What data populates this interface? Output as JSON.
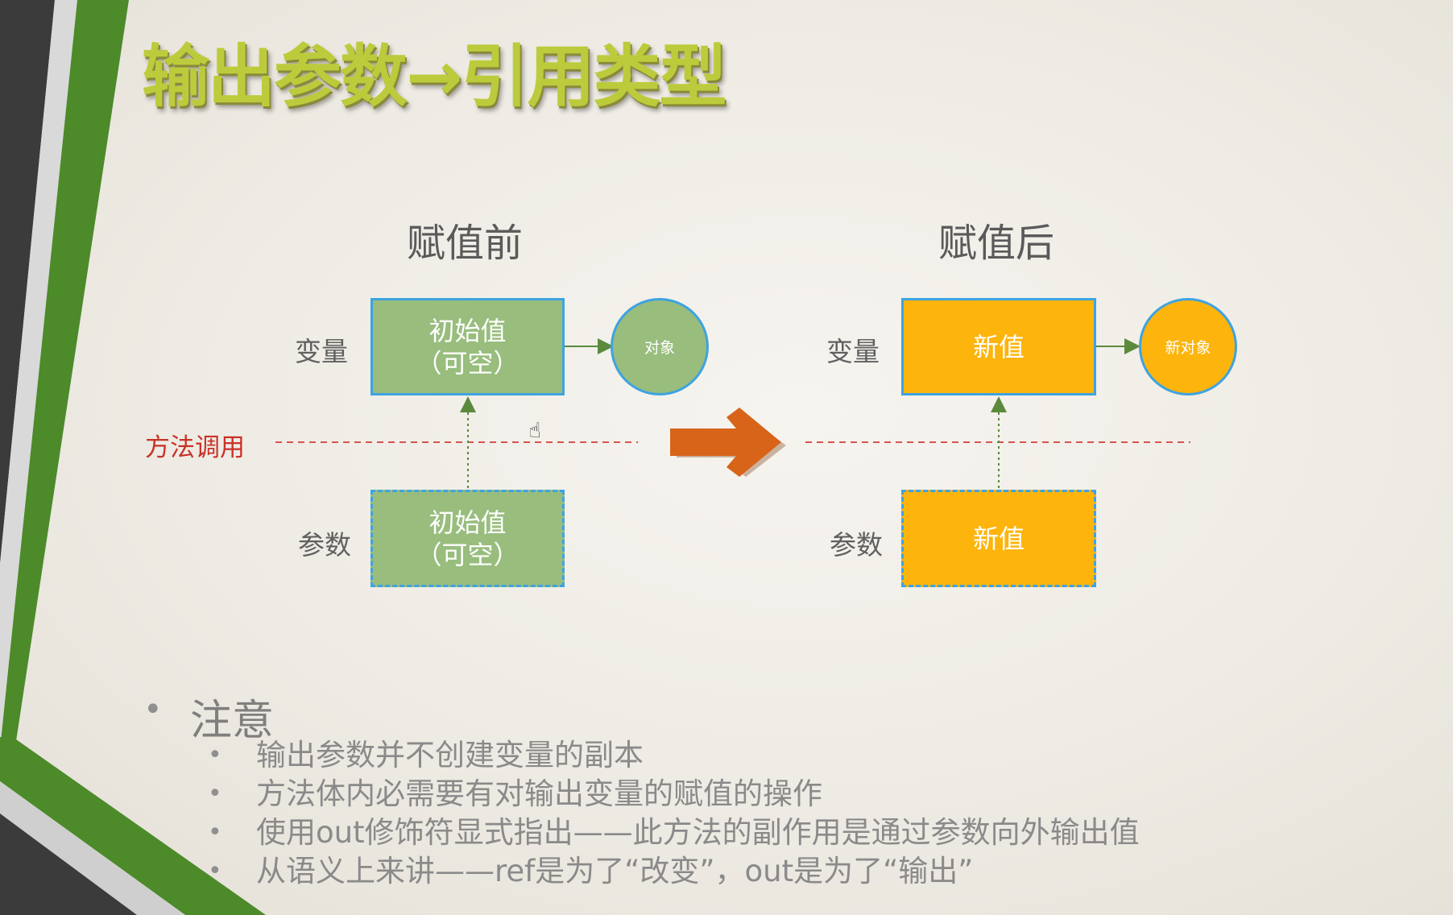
{
  "title": "输出参数→引用类型",
  "diagram": {
    "before": {
      "heading": "赋值前",
      "variable_label": "变量",
      "variable_value": "初始值\n（可空）",
      "object_label": "对象",
      "param_label": "参数",
      "param_value": "初始值\n（可空）"
    },
    "after": {
      "heading": "赋值后",
      "variable_label": "变量",
      "variable_value": "新值",
      "object_label": "新对象",
      "param_label": "参数",
      "param_value": "新值"
    },
    "method_call_label": "方法调用"
  },
  "notes": {
    "heading": "注意",
    "items": [
      "输出参数并不创建变量的副本",
      "方法体内必需要有对输出变量的赋值的操作",
      "使用out修饰符显式指出——此方法的副作用是通过参数向外输出值",
      "从语义上来讲——ref是为了“改变”，out是为了“输出”"
    ]
  },
  "colors": {
    "title": "#bccb3c",
    "initial_box": "#98bd7d",
    "new_box": "#fdb40c",
    "box_border": "#3ea3e0",
    "transition_arrow": "#d8641a",
    "method_call_line": "#d9534f",
    "side_bar_green": "#4c8a2a",
    "side_bar_dark": "#3a3a3a"
  },
  "icons": {
    "cursor": "hand-cursor-icon",
    "transition": "arrow-right-icon"
  }
}
